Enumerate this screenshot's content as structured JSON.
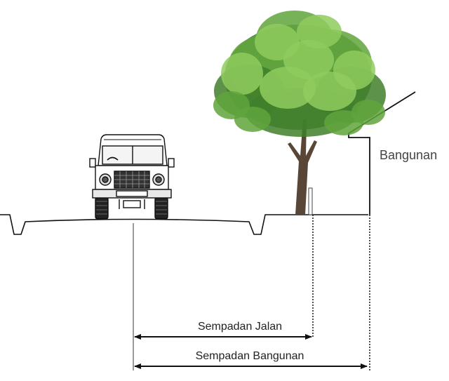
{
  "labels": {
    "building": "Bangunan",
    "road_setback": "Sempadan Jalan",
    "building_setback": "Sempadan Bangunan"
  },
  "colors": {
    "line": "#111111",
    "label_text": "#444444",
    "foliage_dark": "#3f7f2a",
    "foliage_mid": "#5fa53c",
    "foliage_light": "#8fcb5e",
    "trunk": "#5a4636"
  },
  "icons": {
    "vehicle": "jeep-front-icon",
    "tree": "tree-icon",
    "building": "house-outline-icon"
  }
}
